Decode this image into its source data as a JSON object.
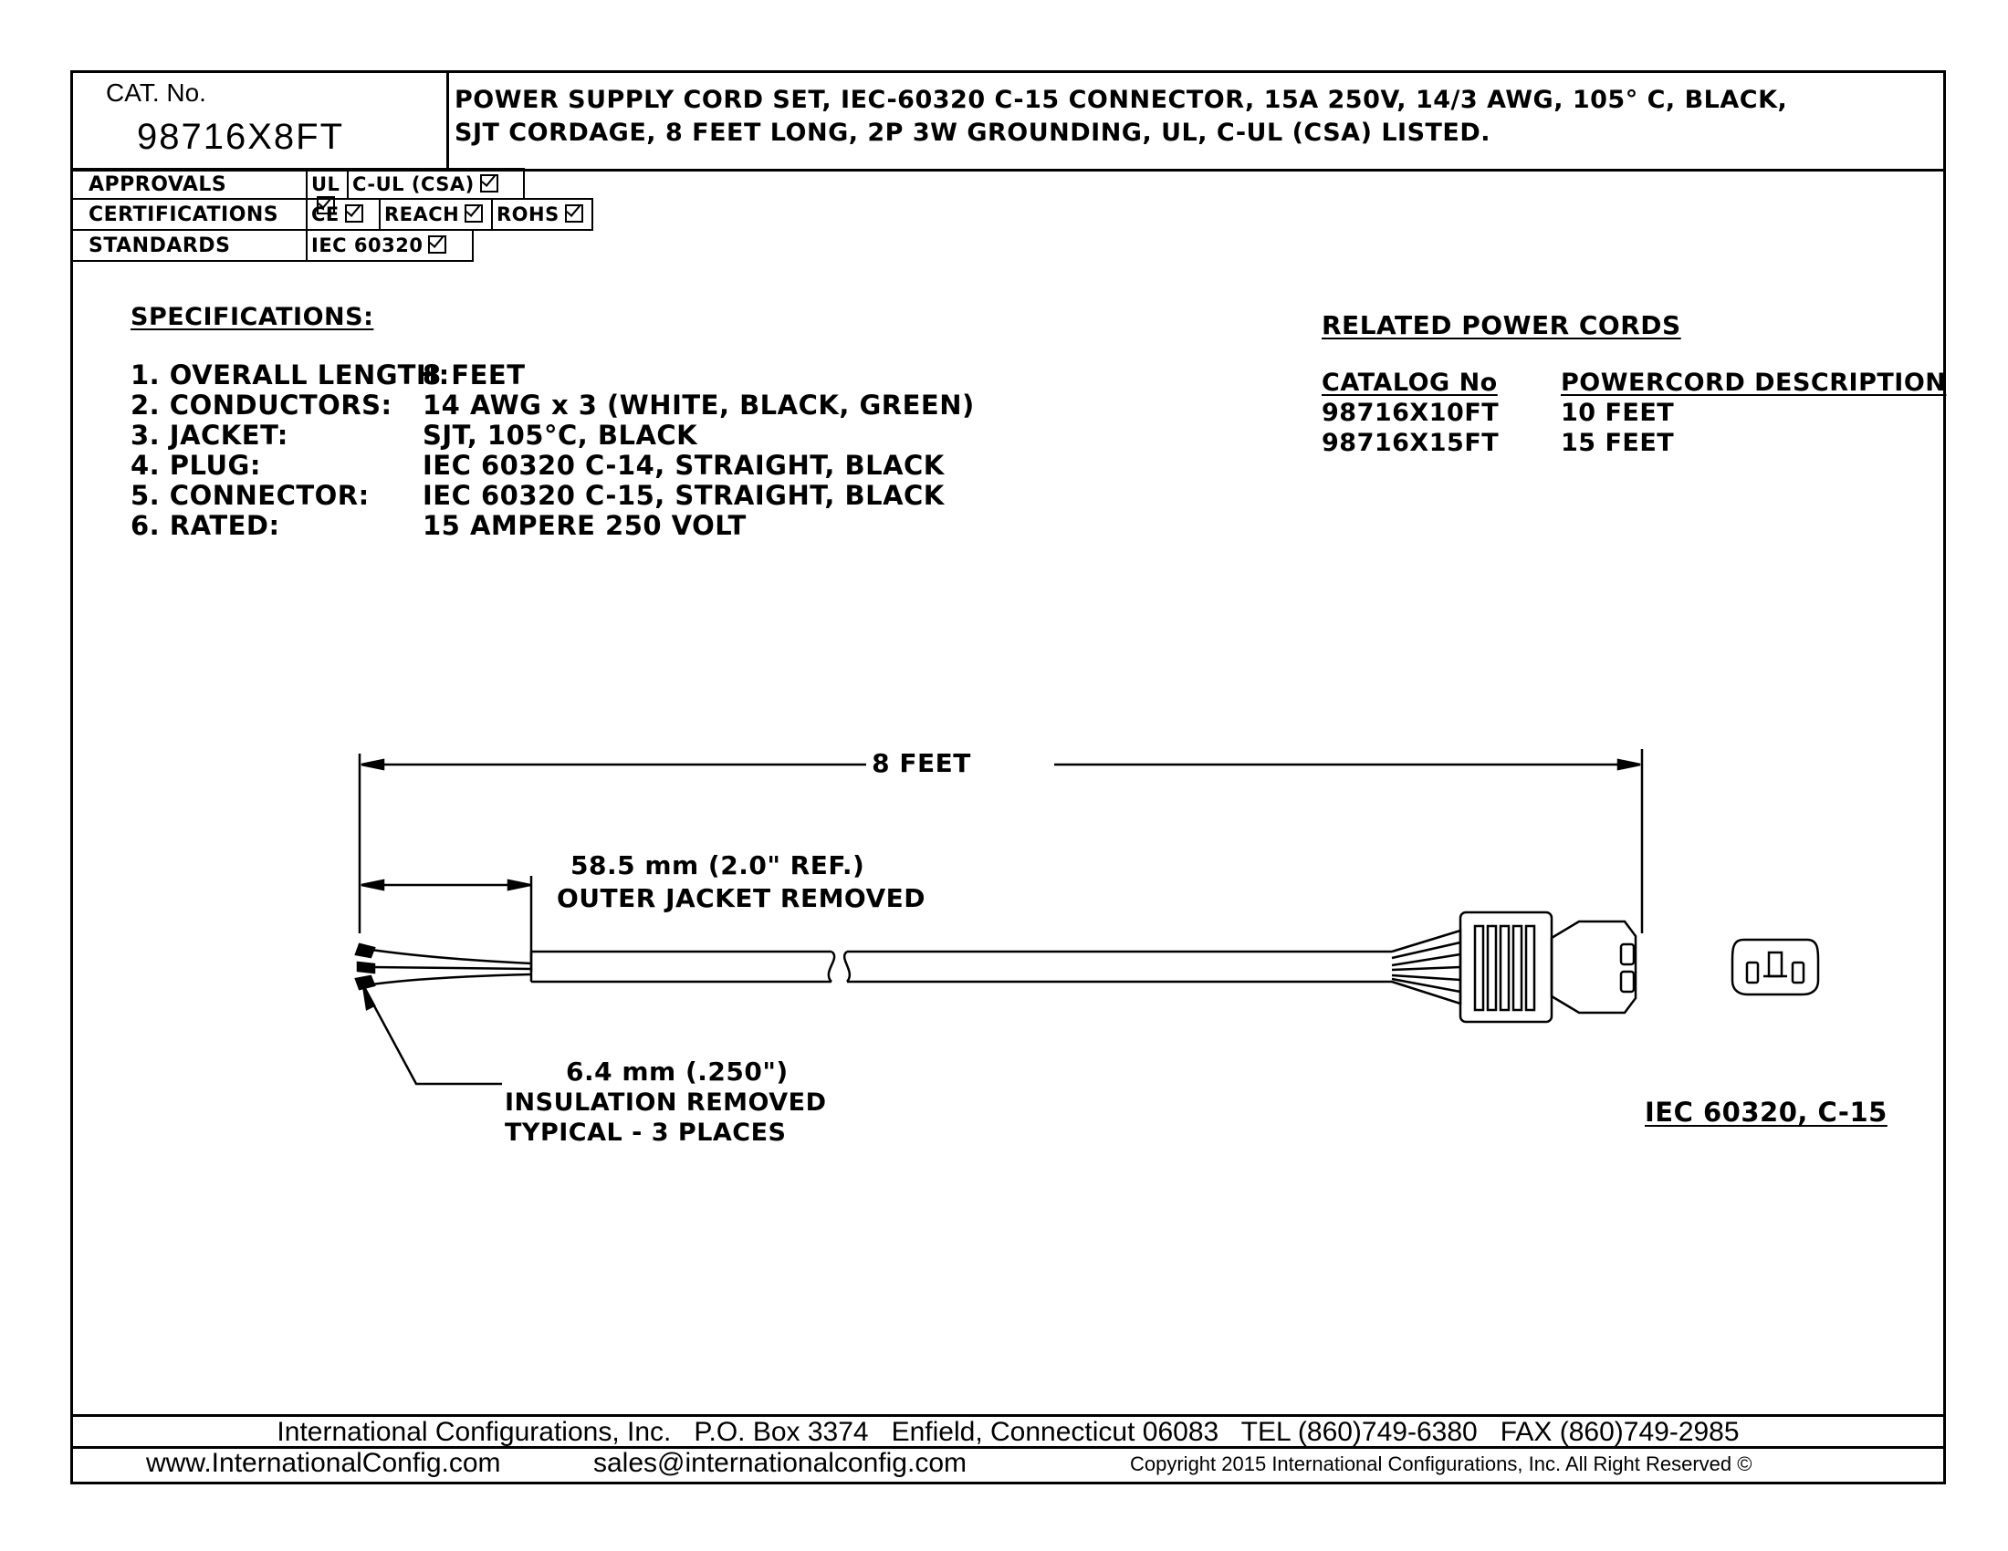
{
  "header": {
    "cat_label": "CAT. No.",
    "cat_number": "98716X8FT",
    "description_line1": "POWER SUPPLY CORD SET, IEC-60320 C-15 CONNECTOR, 15A 250V, 14/3 AWG, 105° C, BLACK,",
    "description_line2": "SJT CORDAGE, 8 FEET LONG, 2P 3W GROUNDING, UL, C-UL (CSA) LISTED."
  },
  "approvals": {
    "rows": [
      {
        "label": "APPROVALS",
        "items": [
          "UL",
          "C-UL (CSA)"
        ]
      },
      {
        "label": "CERTIFICATIONS",
        "items": [
          "CE",
          "REACH",
          "ROHS"
        ]
      },
      {
        "label": "STANDARDS",
        "items": [
          "IEC 60320"
        ]
      }
    ]
  },
  "specifications": {
    "title": "SPECIFICATIONS:",
    "items": [
      {
        "key": "1. OVERALL LENGTH:",
        "value": "8 FEET"
      },
      {
        "key": "2. CONDUCTORS:",
        "value": "14 AWG x 3 (WHITE, BLACK, GREEN)"
      },
      {
        "key": "3. JACKET:",
        "value": "SJT, 105°C, BLACK"
      },
      {
        "key": "4. PLUG:",
        "value": "IEC 60320 C-14, STRAIGHT, BLACK"
      },
      {
        "key": "5. CONNECTOR:",
        "value": "IEC 60320 C-15, STRAIGHT, BLACK"
      },
      {
        "key": "6. RATED:",
        "value": "15 AMPERE 250 VOLT"
      }
    ]
  },
  "related": {
    "title": "RELATED POWER CORDS",
    "col_catalog": "CATALOG No",
    "col_description": "POWERCORD DESCRIPTION",
    "rows": [
      {
        "catalog": "98716X10FT",
        "description": "10 FEET"
      },
      {
        "catalog": "98716X15FT",
        "description": "15 FEET"
      }
    ]
  },
  "drawing": {
    "overall_dim": "8 FEET",
    "strip_dim_line1": "58.5 mm (2.0\" REF.)",
    "strip_dim_line2": "OUTER JACKET REMOVED",
    "insulation_line1": "6.4 mm (.250\")",
    "insulation_line2": "INSULATION REMOVED",
    "insulation_line3": "TYPICAL - 3 PLACES",
    "connector_label": "IEC 60320, C-15"
  },
  "footer": {
    "line1": "International Configurations, Inc.   P.O. Box 3374   Enfield, Connecticut 06083   TEL (860)749-6380   FAX (860)749-2985",
    "website": "www.InternationalConfig.com",
    "email": "sales@internationalconfig.com",
    "copyright": "Copyright 2015 International Configurations, Inc. All Right Reserved ©"
  }
}
